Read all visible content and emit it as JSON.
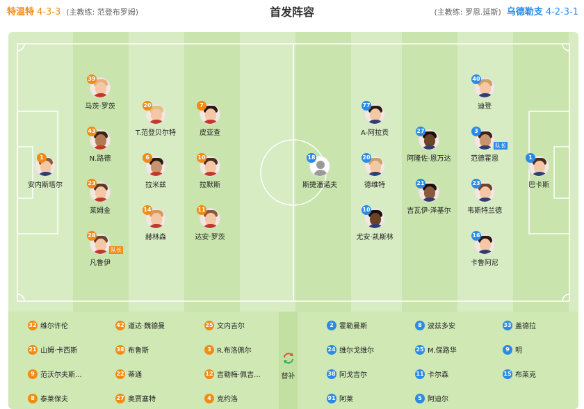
{
  "header": {
    "home_team": "特温特",
    "home_formation": "4-3-3",
    "home_coach": "(主教练: 范登布罗姆)",
    "title": "首发阵容",
    "away_coach": "(主教练: 罗恩.延斯)",
    "away_team": "乌德勒支",
    "away_formation": "4-2-3-1"
  },
  "colors": {
    "home": "#f08c16",
    "away": "#2b8ae6",
    "pitch_light": "#d8ecc4",
    "pitch_dark": "#c9e4ad"
  },
  "home_players": [
    {
      "num": "1",
      "name": "安内斯塔尔",
      "captain": ""
    },
    {
      "num": "39",
      "name": "马茨·罗茨",
      "captain": ""
    },
    {
      "num": "43",
      "name": "N.路德",
      "captain": ""
    },
    {
      "num": "23",
      "name": "莱姆金",
      "captain": ""
    },
    {
      "num": "28",
      "name": "凡鲁伊",
      "captain": "队长"
    },
    {
      "num": "20",
      "name": "T.范登贝尔特",
      "captain": ""
    },
    {
      "num": "6",
      "name": "拉米兹",
      "captain": ""
    },
    {
      "num": "14",
      "name": "赫林森",
      "captain": ""
    },
    {
      "num": "7",
      "name": "皮亚查",
      "captain": ""
    },
    {
      "num": "10",
      "name": "拉默斯",
      "captain": ""
    },
    {
      "num": "11",
      "name": "达安·罗茨",
      "captain": ""
    }
  ],
  "away_players": [
    {
      "num": "18",
      "name": "斯捷潘诺夫",
      "captain": ""
    },
    {
      "num": "77",
      "name": "A-阿拉贡",
      "captain": ""
    },
    {
      "num": "20",
      "name": "德维特",
      "captain": ""
    },
    {
      "num": "10",
      "name": "尤安·凯斯林",
      "captain": ""
    },
    {
      "num": "27",
      "name": "阿隆佐·恩万达",
      "captain": ""
    },
    {
      "num": "21",
      "name": "吉瓦伊·泽基尔",
      "captain": ""
    },
    {
      "num": "40",
      "name": "迪登",
      "captain": ""
    },
    {
      "num": "3",
      "name": "范德霍恩",
      "captain": "队长"
    },
    {
      "num": "23",
      "name": "韦斯特兰德",
      "captain": ""
    },
    {
      "num": "16",
      "name": "卡鲁阿尼",
      "captain": ""
    },
    {
      "num": "1",
      "name": "巴卡斯",
      "captain": ""
    }
  ],
  "subs_label": "替补",
  "home_subs": [
    {
      "num": "32",
      "name": "维尔许伦"
    },
    {
      "num": "42",
      "name": "道达·魏德曼"
    },
    {
      "num": "25",
      "name": "文内吉尔"
    },
    {
      "num": "21",
      "name": "山姆·卡西斯"
    },
    {
      "num": "38",
      "name": "布鲁斯"
    },
    {
      "num": "3",
      "name": "R.布洛佩尔"
    },
    {
      "num": "9",
      "name": "范沃尔夫斯..."
    },
    {
      "num": "22",
      "name": "蒂通"
    },
    {
      "num": "12",
      "name": "吉勒梅·佩吉..."
    },
    {
      "num": "8",
      "name": "泰莱保夫"
    },
    {
      "num": "27",
      "name": "奥贾塞特"
    },
    {
      "num": "4",
      "name": "克约洛"
    }
  ],
  "away_subs": [
    {
      "num": "2",
      "name": "霍勒曼斯"
    },
    {
      "num": "8",
      "name": "波兹多安"
    },
    {
      "num": "33",
      "name": "盖德拉"
    },
    {
      "num": "24",
      "name": "维尔戈维尔"
    },
    {
      "num": "25",
      "name": "M.保路华"
    },
    {
      "num": "9",
      "name": "明"
    },
    {
      "num": "38",
      "name": "阿戈吉尔"
    },
    {
      "num": "11",
      "name": "卡尔森"
    },
    {
      "num": "15",
      "name": "布莱克"
    },
    {
      "num": "91",
      "name": "阿莱"
    },
    {
      "num": "5",
      "name": "阿迪尔"
    }
  ]
}
